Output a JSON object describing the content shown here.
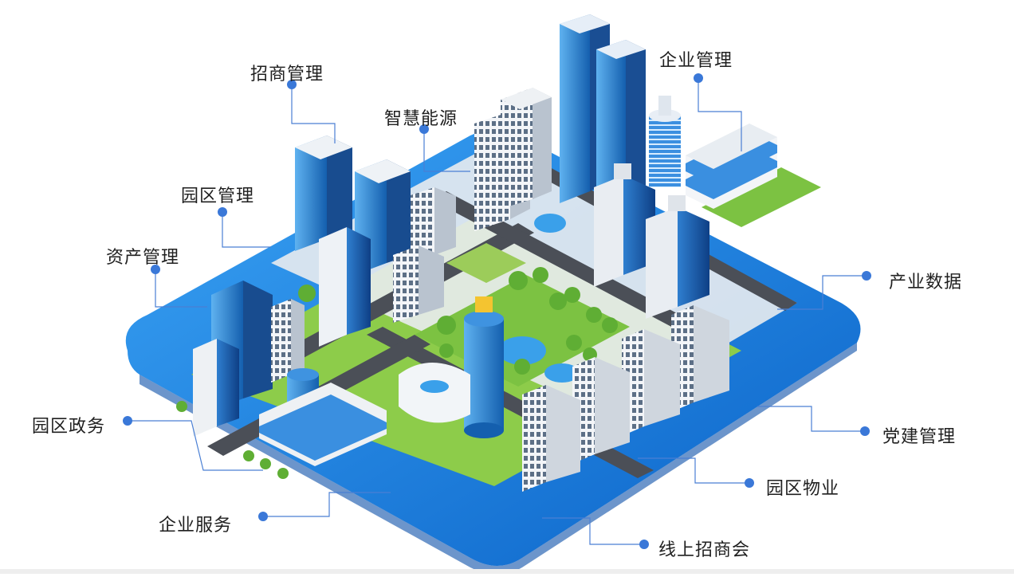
{
  "labels": {
    "zhaoshang": "招商管理",
    "zhihui": "智慧能源",
    "qiye": "企业管理",
    "yuanqu_guanli": "园区管理",
    "zichan": "资产管理",
    "chanye": "产业数据",
    "zhengwu": "园区政务",
    "dangjian": "党建管理",
    "wuye": "园区物业",
    "fuwu": "企业服务",
    "zhaoshanghui": "线上招商会"
  },
  "colors": {
    "platform": "#1a86e6",
    "platform_dark": "#0d5fc2",
    "line": "#4a7fd4",
    "dot": "#3a78d8",
    "grass": "#7cc242",
    "road": "#4b4f57",
    "glass": "#2a78c8"
  }
}
